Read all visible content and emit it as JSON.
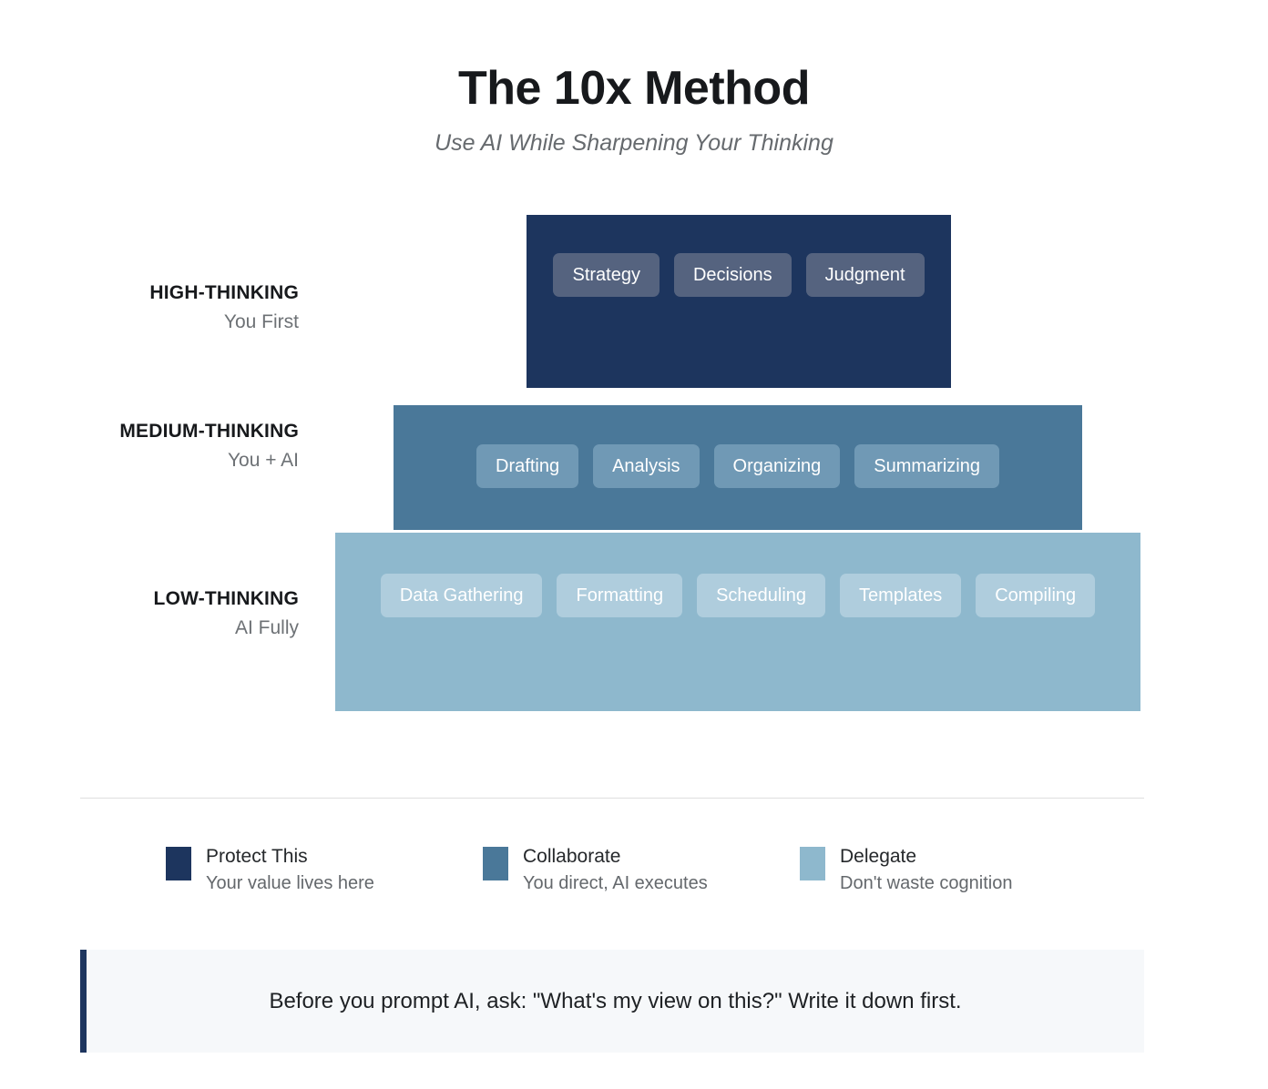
{
  "header": {
    "title": "The 10x Method",
    "subtitle": "Use AI While Sharpening Your Thinking"
  },
  "pyramid": {
    "tiers": [
      {
        "name": "HIGH-THINKING",
        "sub": "You First",
        "color": "#1d355e",
        "chip_color": "#55637f",
        "items": [
          "Strategy",
          "Decisions",
          "Judgment"
        ]
      },
      {
        "name": "MEDIUM-THINKING",
        "sub": "You + AI",
        "color": "#4a7899",
        "chip_color": "#7099b5",
        "items": [
          "Drafting",
          "Analysis",
          "Organizing",
          "Summarizing"
        ]
      },
      {
        "name": "LOW-THINKING",
        "sub": "AI Fully",
        "color": "#8eb8cd",
        "chip_color": "#afcddd",
        "items": [
          "Data Gathering",
          "Formatting",
          "Scheduling",
          "Templates",
          "Compiling"
        ]
      }
    ]
  },
  "legend": {
    "items": [
      {
        "title": "Protect This",
        "desc": "Your value lives here",
        "color": "#1d355e"
      },
      {
        "title": "Collaborate",
        "desc": "You direct, AI executes",
        "color": "#4a7899"
      },
      {
        "title": "Delegate",
        "desc": "Don't waste cognition",
        "color": "#8eb8cd"
      }
    ]
  },
  "callout": {
    "text": "Before you prompt AI, ask: \"What's my view on this?\" Write it down first.",
    "accent_color": "#1d355e"
  }
}
